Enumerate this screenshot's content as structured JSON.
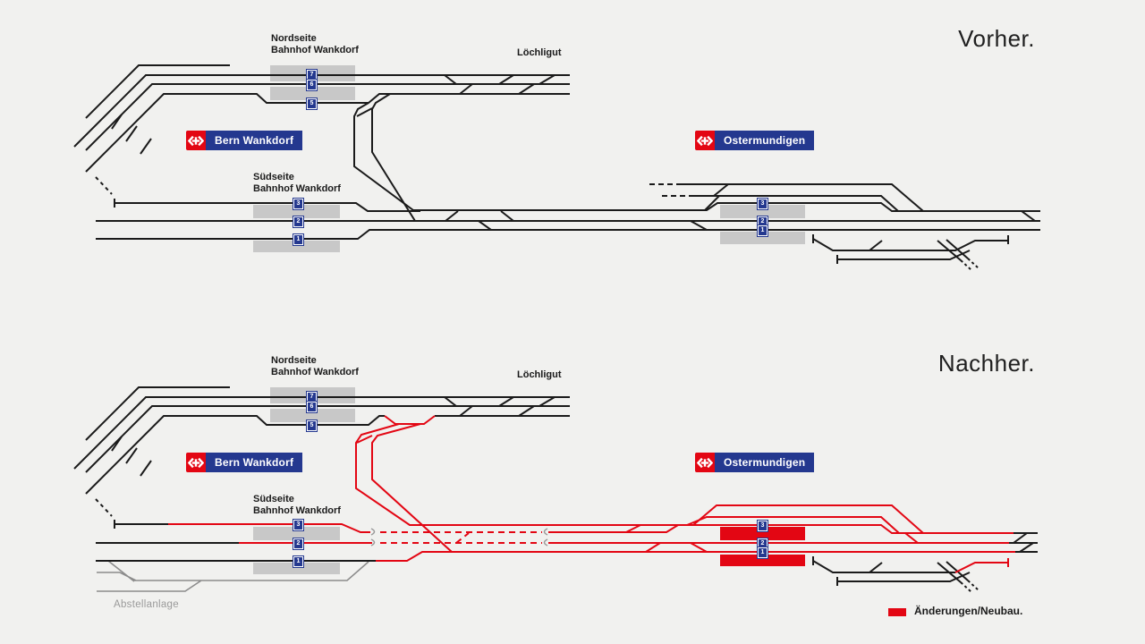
{
  "diagram_type": "railway-track-schematic",
  "colors": {
    "background": "#f1f1ef",
    "existing_track": "#1a1a1a",
    "new_track": "#e30613",
    "platform_existing": "#c8c8c8",
    "platform_new": "#e30613",
    "yard_track": "#8c8c8c",
    "sign_blue": "#24388f",
    "sign_red": "#e30613"
  },
  "vorher": {
    "title": "Vorher.",
    "labels": {
      "nordseite_line1": "Nordseite",
      "nordseite_line2": "Bahnhof Wankdorf",
      "loechligut": "Löchligut",
      "suedseite_line1": "Südseite",
      "suedseite_line2": "Bahnhof Wankdorf"
    },
    "signs": {
      "bern_wankdorf": "Bern Wankdorf",
      "ostermundigen": "Ostermundigen"
    },
    "platform_numbers": {
      "north": [
        "7",
        "6",
        "5"
      ],
      "south": [
        "3",
        "2",
        "1"
      ],
      "ostermundigen": [
        "3",
        "2",
        "1"
      ]
    }
  },
  "nachher": {
    "title": "Nachher.",
    "labels": {
      "nordseite_line1": "Nordseite",
      "nordseite_line2": "Bahnhof Wankdorf",
      "loechligut": "Löchligut",
      "suedseite_line1": "Südseite",
      "suedseite_line2": "Bahnhof Wankdorf",
      "abstellanlage": "Abstellanlage"
    },
    "signs": {
      "bern_wankdorf": "Bern Wankdorf",
      "ostermundigen": "Ostermundigen"
    },
    "platform_numbers": {
      "north": [
        "7",
        "6",
        "5"
      ],
      "south": [
        "3",
        "2",
        "1"
      ],
      "ostermundigen": [
        "3",
        "2",
        "1"
      ]
    }
  },
  "legend": {
    "label": "Änderungen/Neubau."
  }
}
